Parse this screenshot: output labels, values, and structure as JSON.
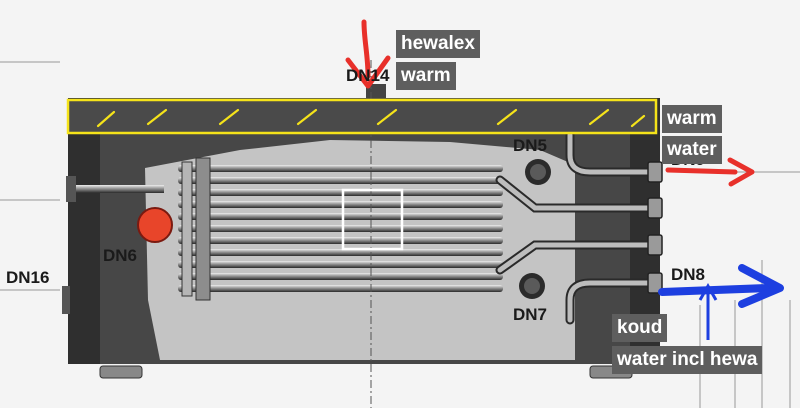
{
  "diagram": {
    "dn_labels": {
      "dn4": "DN14",
      "dn5": "DN5",
      "dn6": "DN6",
      "dn7": "DN7",
      "dn8": "DN8",
      "dn9": "DN9",
      "dn16": "DN16"
    },
    "annotations": {
      "top_line1": "hewalex",
      "top_line2": "warm",
      "right_line1": "warm",
      "right_line2": "water",
      "bottom_line1": "koud",
      "bottom_line2": "water incl hewa"
    },
    "colors": {
      "hot_arrow": "#e8302a",
      "cold_arrow": "#1d3fe0",
      "highlight_box": "#f5e31a",
      "sensor_port": "#e8452a",
      "tag_background": "#5e5e5e"
    }
  }
}
